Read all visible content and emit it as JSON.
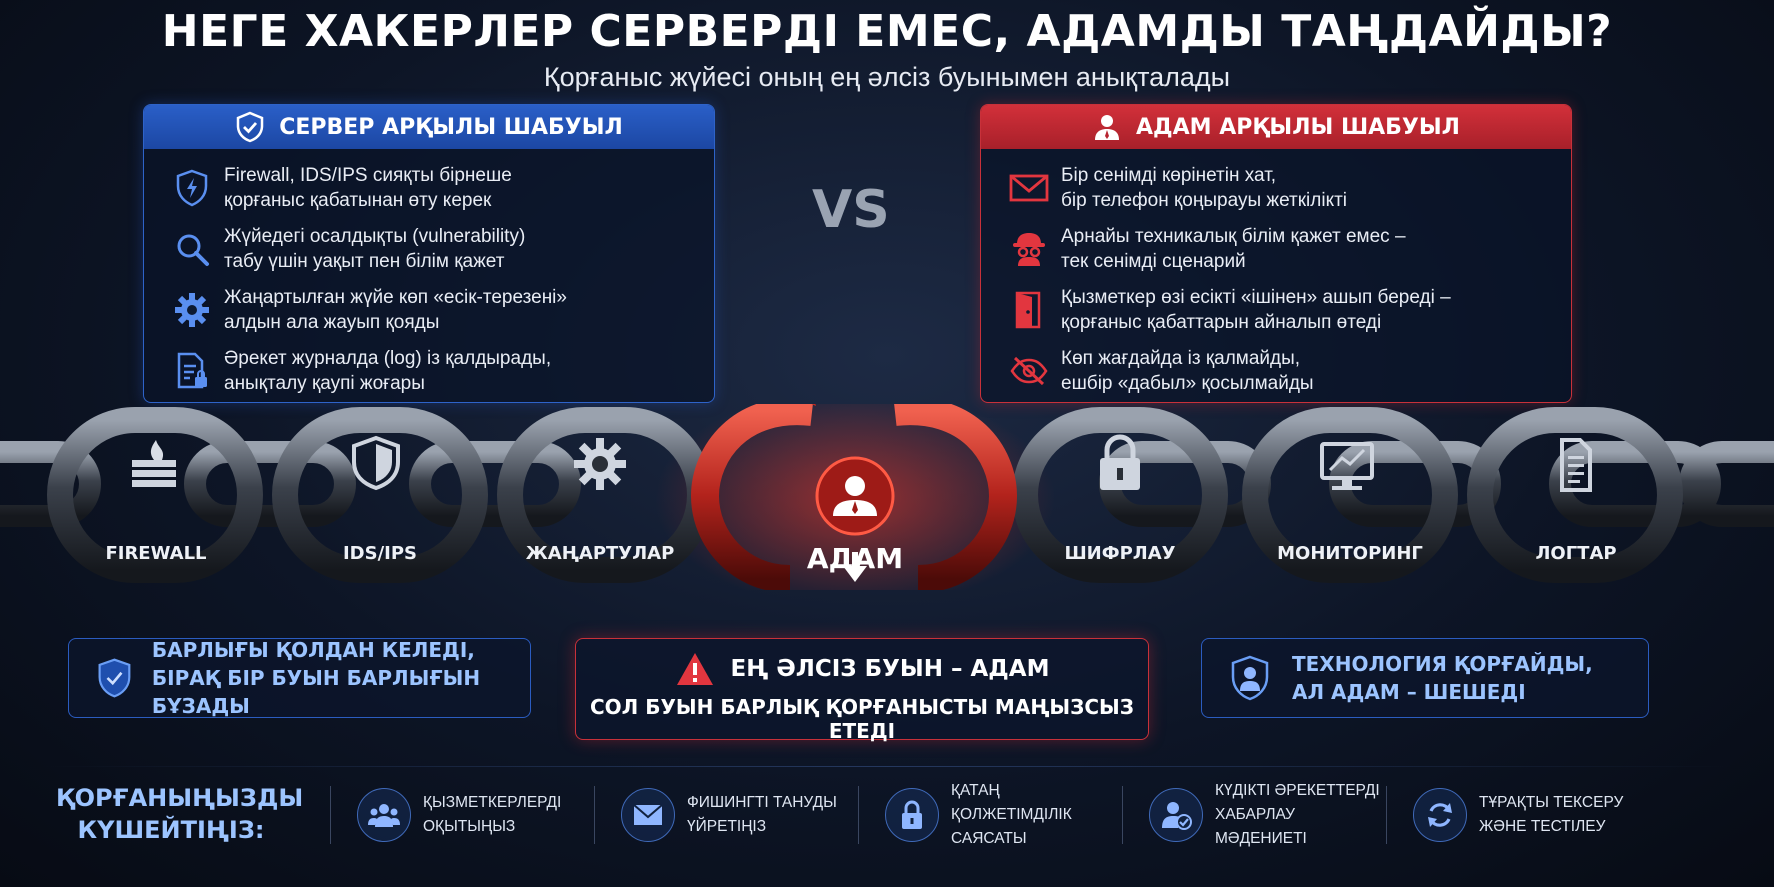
{
  "header": {
    "title": "НЕГЕ ХАКЕРЛЕР СЕРВЕРДІ ЕМЕС, АДАМДЫ ТАҢДАЙДЫ?",
    "subtitle": "Қорғаныс жүйесі оның ең әлсіз буынымен анықталады",
    "vs": "VS"
  },
  "server_panel": {
    "heading": "СЕРВЕР АРҚЫЛЫ ШАБУЫЛ",
    "icon": "shield-check-icon",
    "items": [
      {
        "icon": "shield-bolt-icon",
        "line1": "Firewall, IDS/IPS сияқты бірнеше",
        "line2": "қорғаныс қабатынан өту керек"
      },
      {
        "icon": "magnifier-icon",
        "line1": "Жүйедегі осалдықты (vulnerability)",
        "line2": "табу үшін уақыт пен білім қажет"
      },
      {
        "icon": "gear-icon",
        "line1": "Жаңартылған жүйе көп «есік-терезені»",
        "line2": "алдын ала жауып қояды"
      },
      {
        "icon": "document-lock-icon",
        "line1": "Әрекет журналда (log) із қалдырады,",
        "line2": "анықталу қаупі жоғары"
      }
    ]
  },
  "human_panel": {
    "heading": "АДАМ АРҚЫЛЫ ШАБУЫЛ",
    "icon": "person-icon",
    "items": [
      {
        "icon": "envelope-icon",
        "line1": "Бір сенімді көрінетін хат,",
        "line2": "бір телефон қоңырауы жеткілікті"
      },
      {
        "icon": "hacker-icon",
        "line1": "Арнайы техникалық білім қажет емес –",
        "line2": "тек сенімді сценарий"
      },
      {
        "icon": "open-door-icon",
        "line1": "Қызметкер өзі есікті «ішінен» ашып береді –",
        "line2": "қорғаныс қабаттарын айналып өтеді"
      },
      {
        "icon": "eye-off-icon",
        "line1": "Көп жағдайда із қалмайды,",
        "line2": "ешбір «дабыл» қосылмайды"
      }
    ]
  },
  "chain": {
    "left_links": [
      {
        "label": "FIREWALL",
        "icon": "firewall-icon"
      },
      {
        "label": "IDS/IPS",
        "icon": "shield-icon"
      },
      {
        "label": "ЖАҢАРТУЛАР",
        "icon": "gear-icon"
      }
    ],
    "broken_link": {
      "label": "АДАМ",
      "icon": "person-icon"
    },
    "right_links": [
      {
        "label": "ШИФРЛАУ",
        "icon": "padlock-icon"
      },
      {
        "label": "МОНИТОРИНГ",
        "icon": "monitor-chart-icon"
      },
      {
        "label": "ЛОГТАР",
        "icon": "document-icon"
      }
    ]
  },
  "callouts": {
    "left": {
      "line1": "БАРЛЫҒЫ ҚОЛДАН КЕЛЕДІ,",
      "line2": "БІРАҚ БІР БУЫН БАРЛЫҒЫН БҰЗАДЫ",
      "icon": "shield-check-icon"
    },
    "middle": {
      "headline": "ЕҢ ӘЛСІЗ БУЫН – АДАМ",
      "sub": "СОЛ БУЫН БАРЛЫҚ ҚОРҒАНЫСТЫ МАҢЫЗСЫЗ ЕТЕДІ",
      "icon": "warning-icon"
    },
    "right": {
      "line1": "ТЕХНОЛОГИЯ ҚОРҒАЙДЫ,",
      "line2": "АЛ АДАМ – ШЕШЕДІ",
      "icon": "shield-person-icon"
    }
  },
  "bottom": {
    "title_line1": "ҚОРҒАНЫҢЫЗДЫ",
    "title_line2": "КҮШЕЙТІҢІЗ:",
    "tips": [
      {
        "icon": "users-icon",
        "line1": "ҚЫЗМЕТКЕРЛЕРДІ",
        "line2": "ОҚЫТЫҢЫЗ"
      },
      {
        "icon": "envelope-icon",
        "line1": "ФИШИНГТІ ТАНУДЫ",
        "line2": "ҮЙРЕТІҢІЗ"
      },
      {
        "icon": "padlock-icon",
        "line1": "ҚАТАҢ ҚОЛЖЕТІМДІЛІК",
        "line2": "САЯСАТЫ"
      },
      {
        "icon": "user-check-icon",
        "line1": "КҮДІКТІ ӘРЕКЕТТЕРДІ",
        "line2": "ХАБАРЛАУ МӘДЕНИЕТІ"
      },
      {
        "icon": "refresh-icon",
        "line1": "ТҰРАҚТЫ ТЕКСЕРУ",
        "line2": "ЖӘНЕ ТЕСТІЛЕУ"
      }
    ]
  },
  "colors": {
    "blue_accent": "#2a5fc8",
    "red_accent": "#d2303a",
    "light_blue_text": "#9cc4ff",
    "background": "#0d1526"
  }
}
